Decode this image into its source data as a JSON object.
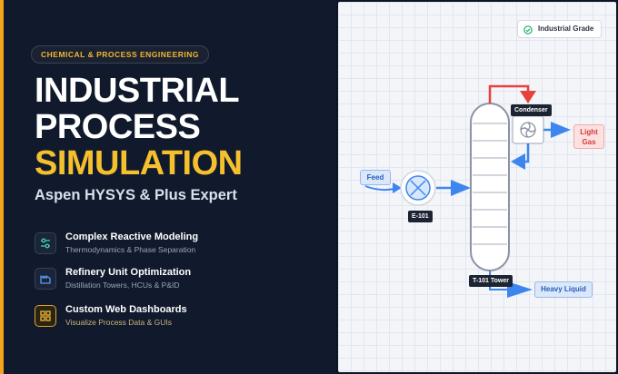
{
  "left": {
    "tag": "CHEMICAL & PROCESS ENGINEERING",
    "title_line1": "INDUSTRIAL",
    "title_line2": "PROCESS",
    "title_line3": "SIMULATION",
    "subtitle": "Aspen HYSYS & Plus Expert",
    "features": [
      {
        "icon": "sliders-icon",
        "title": "Complex Reactive Modeling",
        "subtitle": "Thermodynamics & Phase Separation"
      },
      {
        "icon": "factory-icon",
        "title": "Refinery Unit Optimization",
        "subtitle": "Distillation Towers, HCUs & P&ID"
      },
      {
        "icon": "dashboard-icon",
        "title": "Custom Web Dashboards",
        "subtitle": "Visualize Process Data & GUIs"
      }
    ]
  },
  "diagram": {
    "badge": "Industrial Grade",
    "feed_label": "Feed",
    "exchanger_label": "E-101",
    "condenser_label": "Condenser",
    "light_gas_label": "Light Gas",
    "tower_label": "T-101 Tower",
    "heavy_liquid_label": "Heavy Liquid",
    "colors": {
      "stream": "#3d86f0",
      "hot_stream": "#e8403a",
      "accent": "#f4a51c"
    }
  }
}
